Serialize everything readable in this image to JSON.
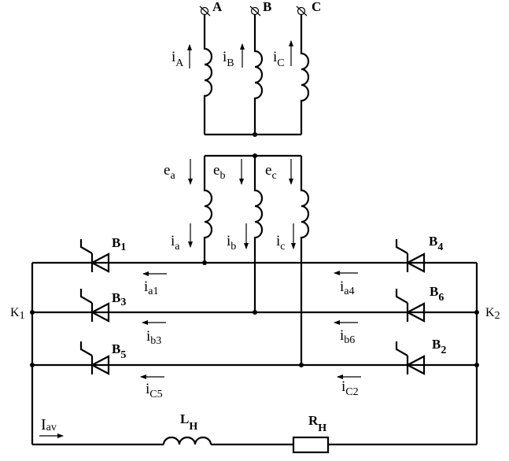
{
  "diagram": {
    "type": "three-phase transformer with six-pulse thyristor bridge rectifier",
    "primary": {
      "terminals": [
        "A",
        "B",
        "C"
      ],
      "currents": [
        {
          "base": "i",
          "sub": "A"
        },
        {
          "base": "i",
          "sub": "B"
        },
        {
          "base": "i",
          "sub": "C"
        }
      ]
    },
    "secondary": {
      "emfs": [
        {
          "base": "e",
          "sub": "a"
        },
        {
          "base": "e",
          "sub": "b"
        },
        {
          "base": "e",
          "sub": "c"
        }
      ],
      "currents": [
        {
          "base": "i",
          "sub": "a"
        },
        {
          "base": "i",
          "sub": "b"
        },
        {
          "base": "i",
          "sub": "c"
        }
      ]
    },
    "thyristors": [
      {
        "base": "B",
        "sub": "1"
      },
      {
        "base": "B",
        "sub": "3"
      },
      {
        "base": "B",
        "sub": "5"
      },
      {
        "base": "B",
        "sub": "4"
      },
      {
        "base": "B",
        "sub": "6"
      },
      {
        "base": "B",
        "sub": "2"
      }
    ],
    "branch_currents": [
      {
        "base": "i",
        "sub": "a1"
      },
      {
        "base": "i",
        "sub": "b3"
      },
      {
        "base": "i",
        "sub": "C5"
      },
      {
        "base": "i",
        "sub": "a4"
      },
      {
        "base": "i",
        "sub": "b6"
      },
      {
        "base": "i",
        "sub": "C2"
      }
    ],
    "nodes": [
      {
        "base": "K",
        "sub": "1"
      },
      {
        "base": "K",
        "sub": "2"
      }
    ],
    "load": {
      "current": {
        "base": "I",
        "sub": "av"
      },
      "inductor": {
        "base": "L",
        "sub": "H"
      },
      "resistor": {
        "base": "R",
        "sub": "H"
      }
    }
  }
}
